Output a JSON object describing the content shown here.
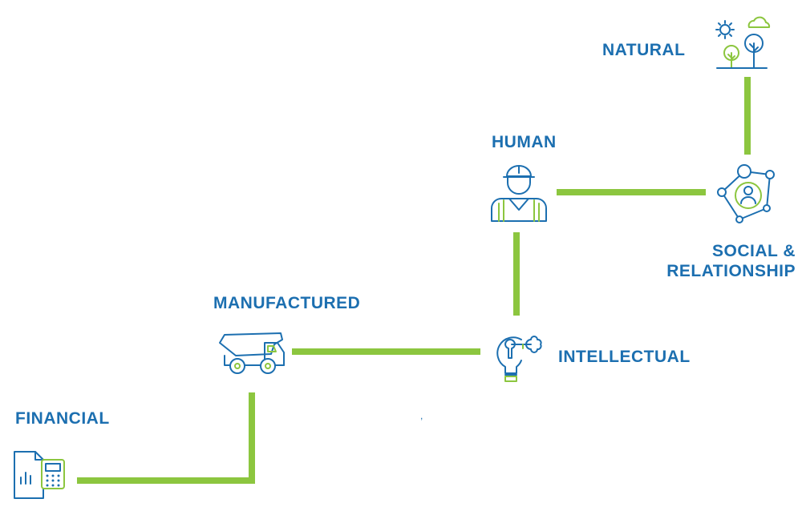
{
  "diagram": {
    "colors": {
      "label": "#1c6fb0",
      "connector": "#8cc63f",
      "icon_line": "#1c6fb0",
      "icon_accent": "#8cc63f"
    },
    "nodes": [
      {
        "id": "natural",
        "label": "NATURAL",
        "icon": "nature-trees-icon"
      },
      {
        "id": "human",
        "label": "HUMAN",
        "icon": "worker-hardhat-icon"
      },
      {
        "id": "social",
        "label_line1": "SOCIAL &",
        "label_line2": "RELATIONSHIP",
        "icon": "network-people-icon"
      },
      {
        "id": "manufactured",
        "label": "MANUFACTURED",
        "icon": "dump-truck-icon"
      },
      {
        "id": "intellectual",
        "label": "INTELLECTUAL",
        "icon": "lightbulb-key-icon"
      },
      {
        "id": "financial",
        "label": "FINANCIAL",
        "icon": "document-calculator-icon"
      }
    ],
    "stray_mark": ","
  }
}
